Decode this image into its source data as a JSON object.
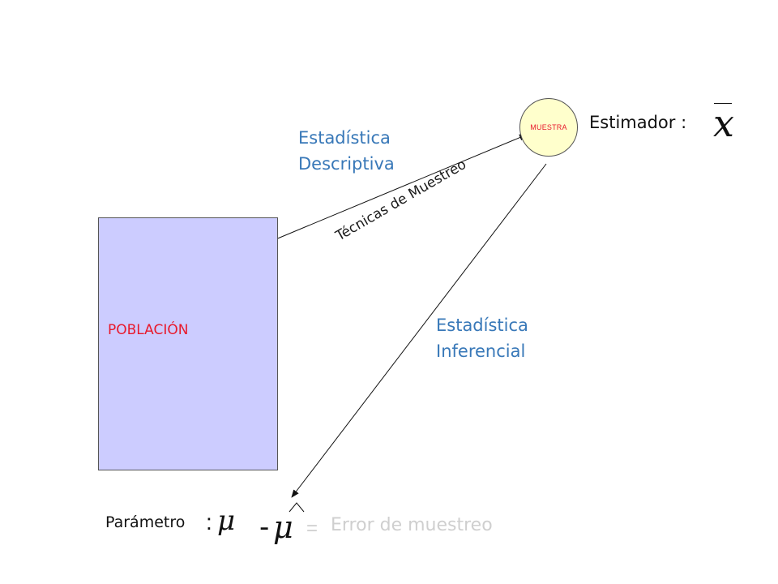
{
  "population": {
    "label": "POBLACIÓN"
  },
  "sample": {
    "label": "MUESTRA"
  },
  "descriptive": {
    "line1": "Estadística",
    "line2": "Descriptiva"
  },
  "inferential": {
    "line1": "Estadística",
    "line2": "Inferencial"
  },
  "sampling": {
    "label": "Técnicas de Muestreo"
  },
  "estimator": {
    "label": "Estimador :",
    "symbol": "x"
  },
  "parameter": {
    "label": "Parámetro",
    "colon": ":",
    "symbol": "μ"
  },
  "error": {
    "minus": "-",
    "symbol": "μ",
    "equals": "=",
    "label": "Error de muestreo"
  },
  "colors": {
    "population_fill": "#ccccff",
    "sample_fill": "#ffffcc",
    "label_red": "#e8192c",
    "label_blue": "#3878b8",
    "faded_gray": "#cfcfcf"
  }
}
